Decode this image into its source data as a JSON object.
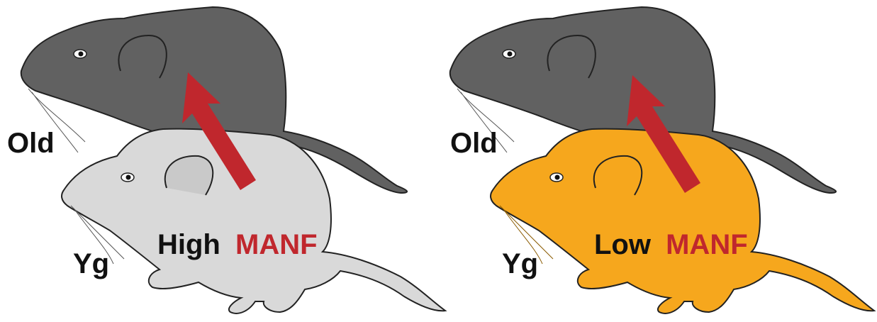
{
  "panels": [
    {
      "old_label": "Old",
      "young_label": "Yg",
      "level_word": "High",
      "protein": "MANF",
      "young_fill": "#d9d9d9",
      "old_fill": "#616161",
      "arrow_color": "#c0272d"
    },
    {
      "old_label": "Old",
      "young_label": "Yg",
      "level_word": "Low",
      "protein": "MANF",
      "young_fill": "#f6a71d",
      "old_fill": "#616161",
      "arrow_color": "#c0272d"
    }
  ],
  "colors": {
    "label_text": "#111111",
    "protein_text": "#c0272d",
    "outline": "#222222"
  }
}
